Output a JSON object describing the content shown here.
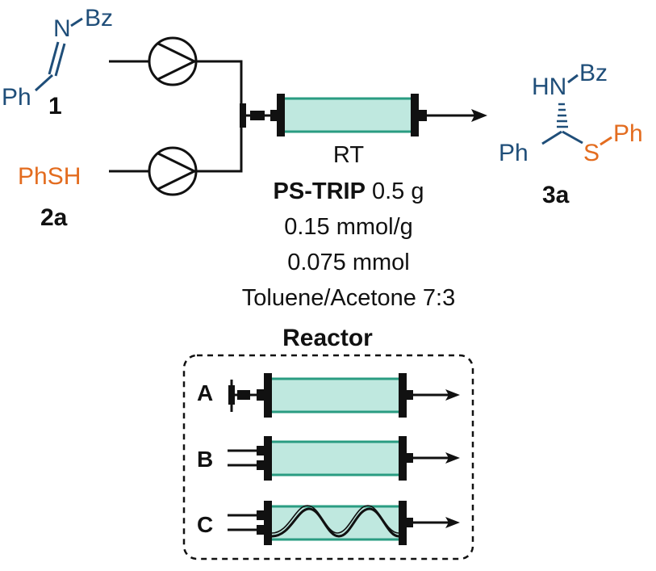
{
  "colors": {
    "blue": "#1f4e79",
    "orange": "#e36c1f",
    "teal_fill": "#bfe8df",
    "teal_stroke": "#2a9c82",
    "black": "#111111"
  },
  "reactant1": {
    "n_atom": "N",
    "bz": "Bz",
    "ph": "Ph",
    "number": "1"
  },
  "reactant2": {
    "formula": "PhSH",
    "number": "2a"
  },
  "product": {
    "hn": "HN",
    "bz": "Bz",
    "ph_left": "Ph",
    "s_atom": "S",
    "ph_right": "Ph",
    "number": "3a"
  },
  "conditions": {
    "temperature": "RT",
    "catalyst_name": "PS-TRIP",
    "catalyst_amount": " 0.5 g",
    "loading": "0.15 mmol/g",
    "amount": "0.075 mmol",
    "solvent": "Toluene/Acetone 7:3"
  },
  "reactor_box": {
    "title": "Reactor",
    "variants": [
      {
        "label": "A"
      },
      {
        "label": "B"
      },
      {
        "label": "C"
      }
    ]
  }
}
